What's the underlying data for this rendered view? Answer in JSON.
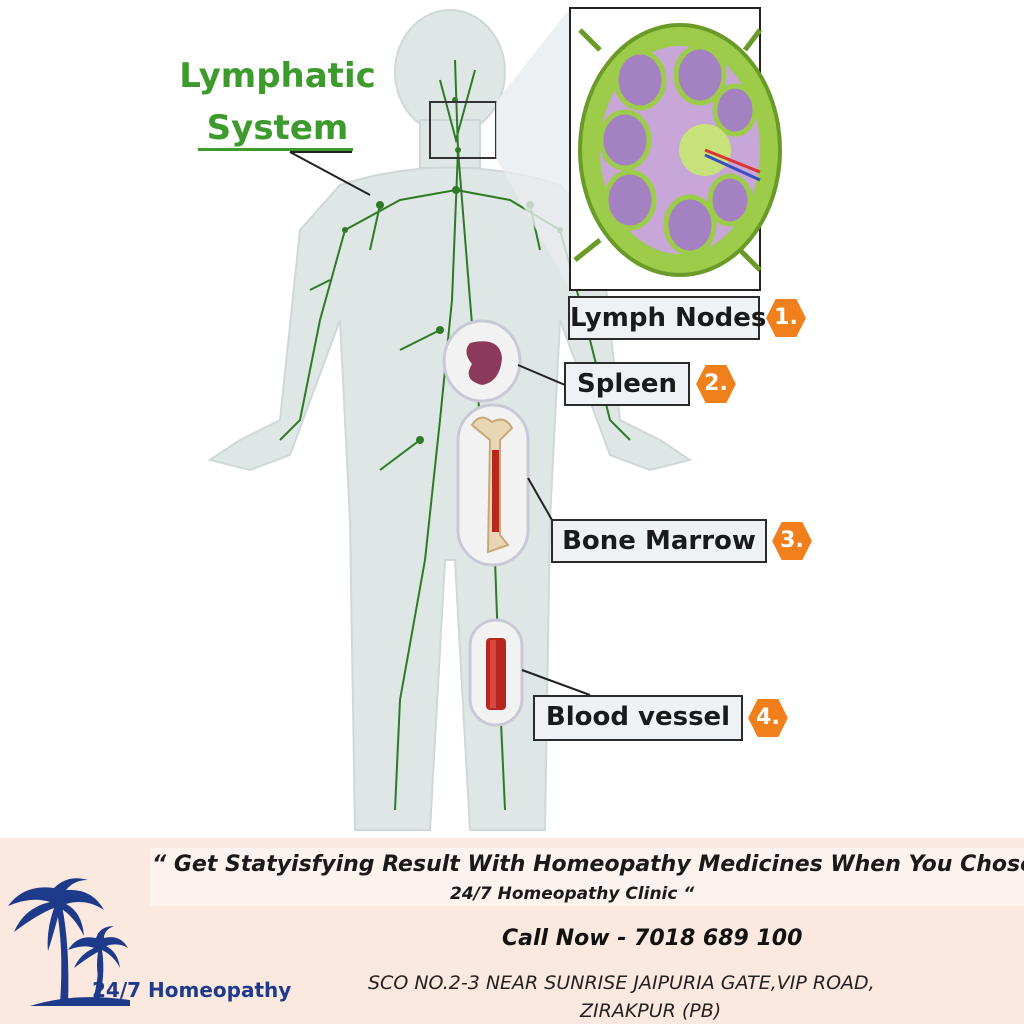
{
  "diagram": {
    "title_line1": "Lymphatic",
    "title_line2": "System",
    "labels": [
      {
        "number": "1.",
        "text": "Lymph Nodes"
      },
      {
        "number": "2.",
        "text": "Spleen"
      },
      {
        "number": "3.",
        "text": "Bone Marrow"
      },
      {
        "number": "4.",
        "text": "Blood vessel"
      }
    ],
    "colors": {
      "title": "#3d9a2c",
      "badge": "#f07f1c",
      "lymph": "#2f7a26",
      "body": "#dfe6e6"
    }
  },
  "footer": {
    "quote_line1": "“ Get Statyisfying Result With Homeopathy Medicines  When You Chose",
    "quote_line2": "24/7 Homeopathy Clinic “",
    "call": "Call Now - 7018 689 100",
    "address_line1": "SCO NO.2-3 NEAR SUNRISE  JAIPURIA GATE,VIP ROAD,",
    "address_line2": "ZIRAKPUR (PB)",
    "brand": "24/7 Homeopathy",
    "logo_icon": "palm-trees-icon",
    "colors": {
      "background": "#fbe9e0",
      "brand": "#1e3a8a"
    }
  }
}
